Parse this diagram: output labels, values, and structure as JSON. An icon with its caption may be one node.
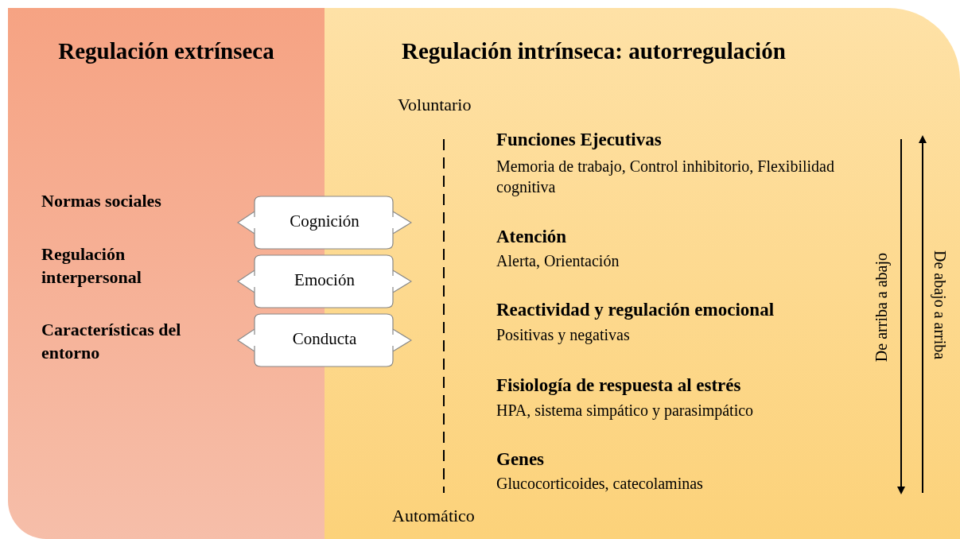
{
  "diagram": {
    "nodes": [
      {
        "text": [
          "Regulación extrínseca"
        ]
      },
      {
        "text": [
          "Regulación intrínseca: autorregulación"
        ]
      },
      {
        "text": [
          "Cognición"
        ]
      },
      {
        "text": [
          "Emoción"
        ]
      },
      {
        "text": [
          "Conducta"
        ]
      }
    ],
    "edges": [],
    "labels": [
      "Normas sociales",
      "Regulación interpersonal",
      "Características del entorno",
      "Voluntario",
      "Funciones Ejecutivas",
      "Memoria de trabajo, Control inhibitorio, Flexibilidad cognitiva",
      "Atención",
      "Alerta, Orientación",
      "Reactividad y regulación emocional",
      "Positivas y negativas",
      "Fisiología de respuesta al estrés",
      "HPA, sistema simpático y parasimpático",
      "Genes",
      "Glucocorticoides, catecolaminas",
      "De arriba a abajo",
      "De abajo a arriba",
      "Automático"
    ]
  }
}
